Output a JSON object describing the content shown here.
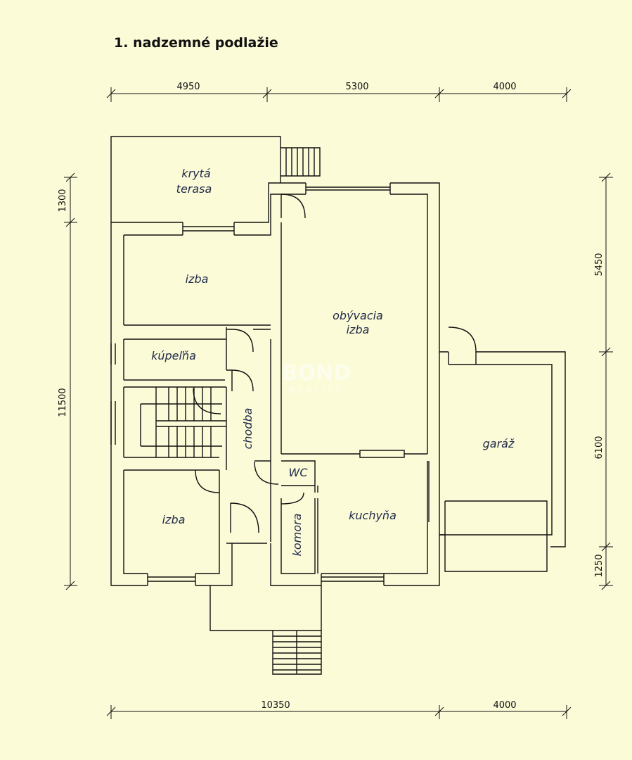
{
  "title": "1. nadzemné podlažie",
  "rooms": {
    "kryta": "krytá",
    "terasa": "terasa",
    "izba_top": "izba",
    "obyvacia": "obývacia",
    "obyvacia_izba": "izba",
    "kupelna": "kúpeľňa",
    "chodba": "chodba",
    "garaz": "garáž",
    "wc": "WC",
    "komora": "komora",
    "kuchyna": "kuchyňa",
    "izba_bottom": "izba"
  },
  "dimensions": {
    "top": [
      "4950",
      "5300",
      "4000"
    ],
    "bottom": [
      "10350",
      "4000"
    ],
    "left": [
      "1300",
      "11500"
    ],
    "right": [
      "5450",
      "6100",
      "1250"
    ]
  },
  "watermark": {
    "brand": "BOND",
    "sub": "REALITY"
  },
  "colors": {
    "background": "#fcfbd8",
    "wall": "#111111",
    "room_label": "#1f2a48"
  }
}
